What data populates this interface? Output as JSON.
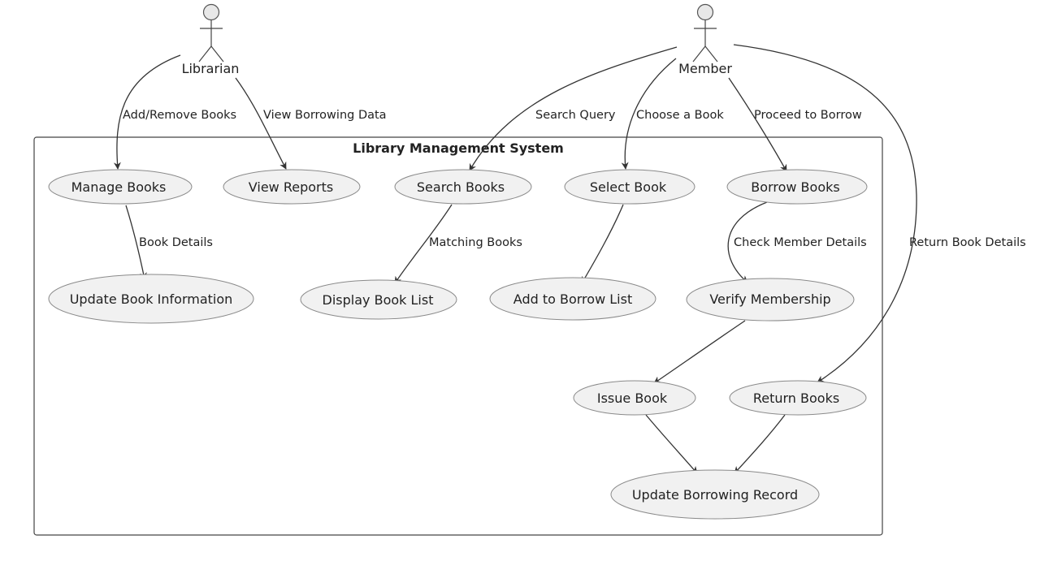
{
  "system": {
    "title": "Library Management System"
  },
  "actors": {
    "librarian": {
      "name": "Librarian"
    },
    "member": {
      "name": "Member"
    }
  },
  "use_cases": {
    "manage_books": "Manage Books",
    "view_reports": "View Reports",
    "search_books": "Search Books",
    "select_book": "Select Book",
    "borrow_books": "Borrow Books",
    "update_book_info": "Update Book Information",
    "display_book_list": "Display Book List",
    "add_to_borrow_list": "Add to Borrow List",
    "verify_membership": "Verify Membership",
    "issue_book": "Issue Book",
    "return_books": "Return Books",
    "update_borrowing_record": "Update Borrowing Record"
  },
  "edge_labels": {
    "add_remove_books": "Add/Remove Books",
    "view_borrowing_data": "View Borrowing Data",
    "search_query": "Search Query",
    "choose_a_book": "Choose a Book",
    "proceed_to_borrow": "Proceed to Borrow",
    "return_book_details": "Return Book Details",
    "book_details": "Book Details",
    "matching_books": "Matching Books",
    "check_member_details": "Check Member Details"
  },
  "colors": {
    "usecase_fill": "#f1f1f1",
    "usecase_stroke": "#8a8a8a",
    "line": "#333333",
    "text": "#222222"
  }
}
